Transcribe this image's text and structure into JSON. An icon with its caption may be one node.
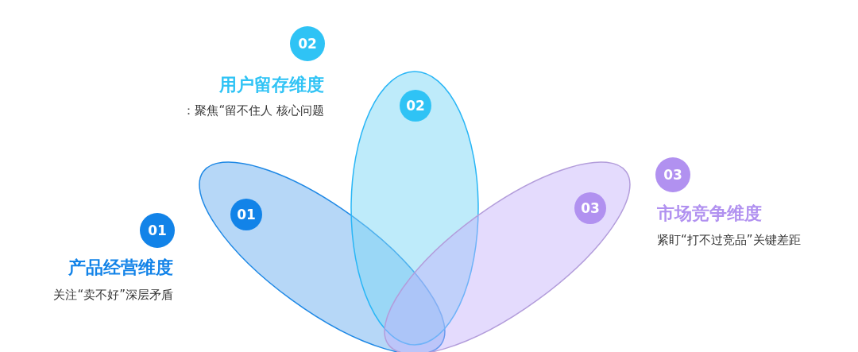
{
  "diagram": {
    "nodes": [
      {
        "text": [],
        "shape": "ellipse"
      },
      {
        "text": [
          "01"
        ],
        "in": 0
      },
      {
        "text": [],
        "shape": "ellipse"
      },
      {
        "text": [
          "02"
        ],
        "in": 2
      },
      {
        "text": [],
        "shape": "ellipse"
      },
      {
        "text": [
          "03"
        ],
        "in": 4
      },
      {
        "text": [
          "02"
        ],
        "beside": [
          "用户留存维度",
          "：聚焦“留不住人 核心问题"
        ]
      },
      {
        "text": [
          "01"
        ],
        "beside": [
          "产品经营维度",
          "关注“卖不好”深层矛盾"
        ]
      },
      {
        "text": [
          "03"
        ],
        "beside": [
          "市场竞争维度",
          "紧盯“打不过竞品”关键差距"
        ]
      }
    ],
    "edges": []
  }
}
